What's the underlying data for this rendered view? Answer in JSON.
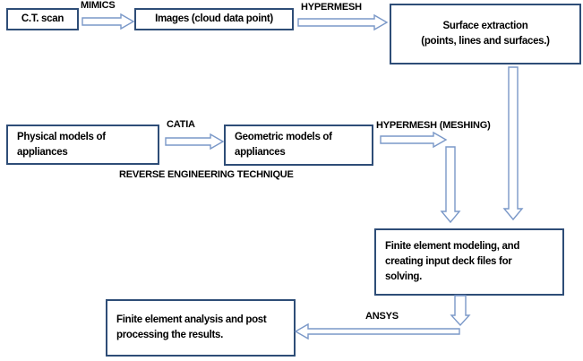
{
  "diagram": {
    "boxes": {
      "ct_scan": {
        "lines": [
          "C.T. scan"
        ]
      },
      "images": {
        "lines": [
          "Images (cloud data point)"
        ]
      },
      "surface_extraction": {
        "lines": [
          "Surface extraction",
          "(points, lines and surfaces.)"
        ]
      },
      "physical_models": {
        "lines": [
          "Physical models of",
          "appliances"
        ]
      },
      "geometric_models": {
        "lines": [
          "Geometric models of",
          "appliances"
        ]
      },
      "fe_modeling": {
        "lines": [
          "Finite element modeling, and",
          "creating input deck files for",
          "solving."
        ]
      },
      "fe_analysis": {
        "lines": [
          "Finite element analysis and post",
          "processing the results."
        ]
      }
    },
    "arrow_labels": {
      "mimics": "MIMICS",
      "hypermesh": "HYPERMESH",
      "catia": "CATIA",
      "reverse_engineering": "REVERSE ENGINEERING TECHNIQUE",
      "hypermesh_meshing": "HYPERMESH (MESHING)",
      "ansys": "ANSYS"
    },
    "colors": {
      "box_border": "#2e4d77",
      "arrow_outline": "#7a98c8",
      "text": "#000000",
      "background": "#ffffff"
    }
  }
}
